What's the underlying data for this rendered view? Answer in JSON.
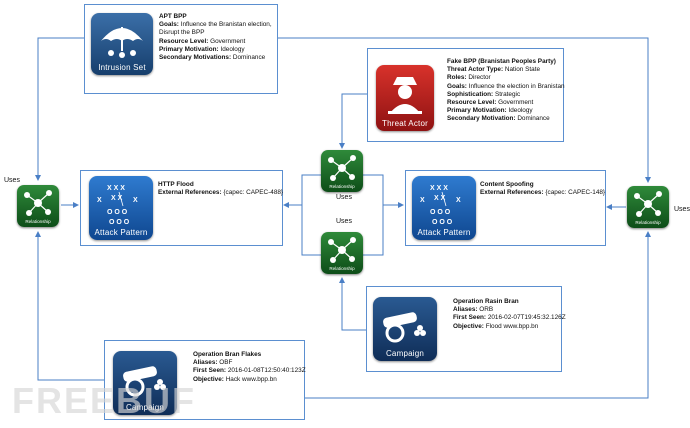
{
  "intrusion_set": {
    "icon_caption": "Intrusion Set",
    "title": "APT BPP",
    "goals_label": "Goals:",
    "goals_value": "Influence the Branistan election, Disrupt the BPP",
    "goals_line1": "Influence the Branistan election,",
    "goals_line2": "Disrupt the BPP",
    "resource_label": "Resource Level:",
    "resource_value": "Government",
    "primary_label": "Primary Motivation:",
    "primary_value": "Ideology",
    "secondary_label": "Secondary Motivations:",
    "secondary_value": "Dominance"
  },
  "threat_actor": {
    "icon_caption": "Threat Actor",
    "title": "Fake BPP (Branistan Peoples Party)",
    "type_label": "Threat Actor Type:",
    "type_value": "Nation State",
    "roles_label": "Roles:",
    "roles_value": "Director",
    "goals_label": "Goals:",
    "goals_value": "Influence the election in Branistan",
    "soph_label": "Sophistication:",
    "soph_value": "Strategic",
    "resource_label": "Resource Level:",
    "resource_value": "Government",
    "primary_label": "Primary Motivation:",
    "primary_value": "Ideology",
    "secondary_label": "Secondary Motivation:",
    "secondary_value": "Dominance"
  },
  "attack_http": {
    "icon_caption": "Attack Pattern",
    "title": "HTTP Flood",
    "refs_label": "External References:",
    "refs_value": "{capec: CAPEC-488}"
  },
  "attack_spoof": {
    "icon_caption": "Attack Pattern",
    "title": "Content Spoofing",
    "refs_label": "External References:",
    "refs_value": "{capec: CAPEC-148}"
  },
  "campaign_rasin": {
    "icon_caption": "Campaign",
    "title": "Operation Rasin Bran",
    "aliases_label": "Aliases:",
    "aliases_value": "ORB",
    "first_seen_label": "First Seen:",
    "first_seen_value": "2016-02-07T19:45:32.126Z",
    "objective_label": "Objective:",
    "objective_value": "Flood www.bpp.bn"
  },
  "campaign_flakes": {
    "icon_caption": "Campaign",
    "title": "Operation Bran Flakes",
    "aliases_label": "Aliases:",
    "aliases_value": "OBF",
    "first_seen_label": "First Seen:",
    "first_seen_value": "2016-01-08T12:50:40:123Z",
    "objective_label": "Objective:",
    "objective_value": "Hack www.bpp.bn"
  },
  "relationships": {
    "caption": "Relationship",
    "uses_label": "Uses"
  },
  "watermark": "FREEBUF",
  "colors": {
    "line": "#4a7fc6",
    "intrusion_bg": "#1d4f86",
    "threat_bg": "#b51d1d",
    "attack_bg": "#1a5fb0",
    "campaign_bg": "#1c3f6f",
    "relationship_bg": "#1f6f2a"
  }
}
